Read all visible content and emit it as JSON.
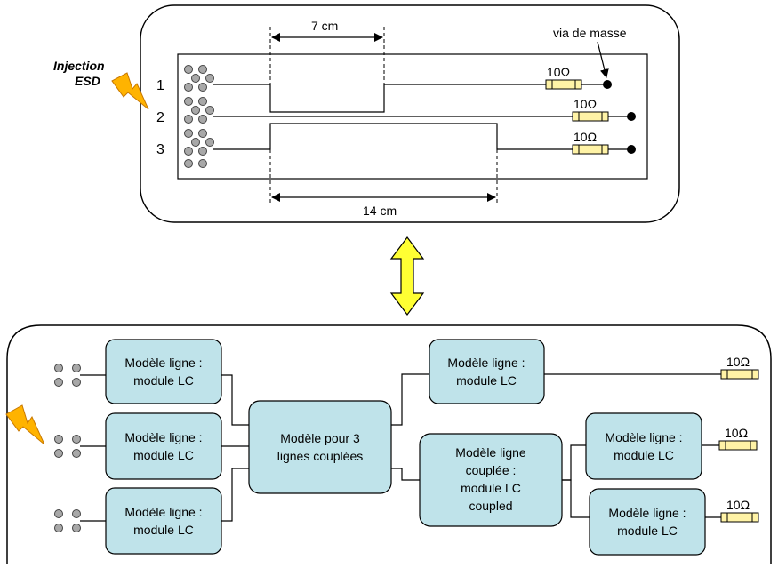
{
  "top_board": {
    "injection_label_line1": "Injection",
    "injection_label_line2": "ESD",
    "dim_short": "7 cm",
    "dim_long": "14 cm",
    "via_label": "via de masse",
    "line_numbers": [
      "1",
      "2",
      "3"
    ],
    "resistor_label": "10Ω"
  },
  "bottom_model": {
    "line_module_line1": "Modèle ligne :",
    "line_module_line2": "module LC",
    "coupled3_line1": "Modèle pour 3",
    "coupled3_line2": "lignes couplées",
    "coupled_line1": "Modèle ligne",
    "coupled_line2": "couplée :",
    "coupled_line3": "module LC",
    "coupled_line4": "coupled",
    "resistor_label": "10Ω"
  },
  "colors": {
    "module_fill": "#bfe3ea",
    "resistor_fill": "#fff3a6",
    "arrow_fill": "#ffff33",
    "lightning_fill": "#ffb300",
    "pin_fill": "#a8a8a8"
  },
  "icons": [
    "lightning-icon",
    "double-arrow-icon",
    "resistor-icon",
    "ground-via-icon",
    "connector-pins-icon"
  ]
}
